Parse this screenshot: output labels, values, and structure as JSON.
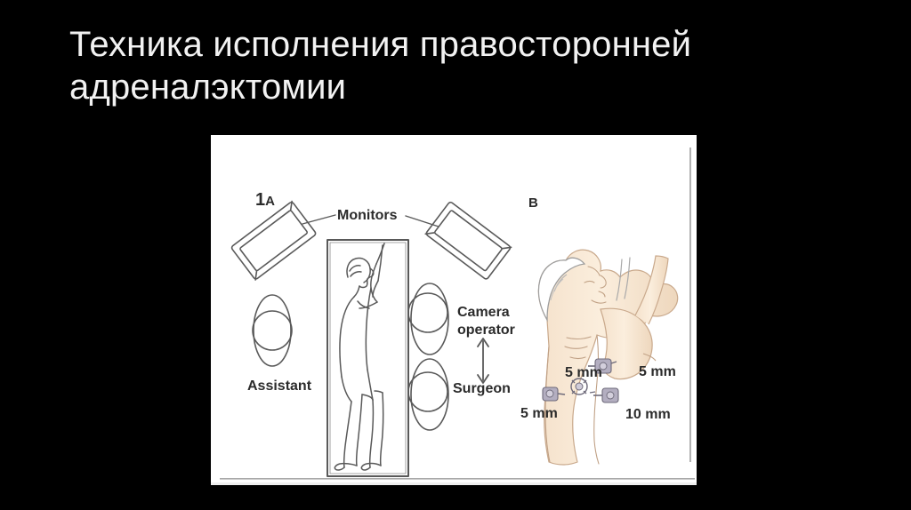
{
  "slide": {
    "title": "Техника исполнения правосторонней адреналэктомии",
    "background_color": "#000000",
    "title_color": "#f2f2f2"
  },
  "figure": {
    "panel_a": {
      "number": "1",
      "letter": "A",
      "labels": {
        "monitors": "Monitors",
        "camera_operator_line1": "Camera",
        "camera_operator_line2": "operator",
        "surgeon": "Surgeon",
        "assistant": "Assistant"
      }
    },
    "panel_b": {
      "letter": "B",
      "ports": {
        "top_left": "5 mm",
        "top_right": "5 mm",
        "bottom_left": "5 mm",
        "bottom_right": "10 mm"
      }
    },
    "colors": {
      "ink": "#4a4a4a",
      "skin": "#f8e7d4",
      "skin_shadow": "#eed6ba",
      "trocar": "#b3aec0",
      "page": "#ffffff"
    }
  }
}
